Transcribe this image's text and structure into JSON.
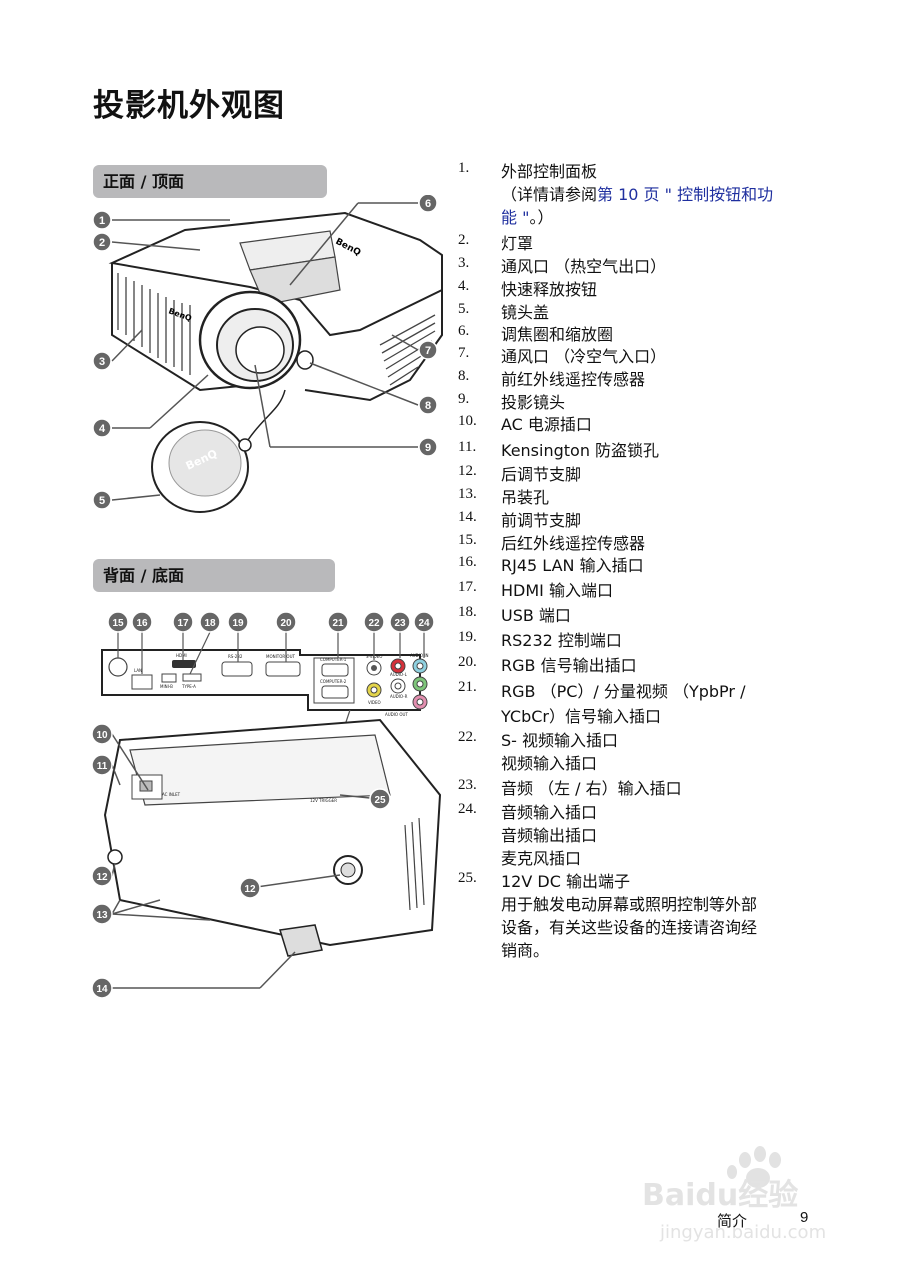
{
  "page_title": "投影机外观图",
  "section1_label": "正面 / 顶面",
  "section2_label": "背面 / 底面",
  "front_callouts": [
    "1",
    "2",
    "3",
    "4",
    "5",
    "6",
    "7",
    "8",
    "9"
  ],
  "front_brand": "BenQ",
  "rear_callouts": [
    "15",
    "16",
    "17",
    "18",
    "19",
    "20",
    "21",
    "22",
    "23",
    "24"
  ],
  "bottom_callouts": [
    "10",
    "11",
    "12",
    "12",
    "13",
    "14",
    "25"
  ],
  "rear_port_labels": [
    "LAN",
    "HDMI",
    "MINI-B",
    "TYPE-A",
    "RS-232",
    "MONITOR OUT",
    "COMPUTER-1",
    "COMPUTER-2",
    "S-VIDEO",
    "VIDEO",
    "AUDIO-L",
    "AUDIO-R",
    "AUDIO IN",
    "AUDIO OUT",
    "MIC",
    "AUDIO OUT",
    "AC INLET",
    "12V TRIGGER"
  ],
  "items": [
    {
      "num": "1.",
      "lines": [
        "外部控制面板"
      ]
    },
    {
      "num": "",
      "lines": [
        "（详情请参阅"
      ],
      "link_lines": [
        "第 10 页 \" 控制按钮和功",
        "能 \""
      ],
      "tail": "。）"
    },
    {
      "num": "2.",
      "lines": [
        "灯罩"
      ]
    },
    {
      "num": "3.",
      "lines": [
        "通风口 （热空气出口）"
      ]
    },
    {
      "num": "4.",
      "lines": [
        "快速释放按钮"
      ]
    },
    {
      "num": "5.",
      "lines": [
        "镜头盖"
      ]
    },
    {
      "num": "6.",
      "lines": [
        "调焦圈和缩放圈"
      ]
    },
    {
      "num": "7.",
      "lines": [
        "通风口 （冷空气入口）"
      ]
    },
    {
      "num": "8.",
      "lines": [
        "前红外线遥控传感器"
      ]
    },
    {
      "num": "9.",
      "lines": [
        "投影镜头"
      ]
    },
    {
      "num": "10.",
      "lines": [
        "AC 电源插口"
      ]
    },
    {
      "num": "11.",
      "lines": [
        "Kensington 防盗锁孔"
      ]
    },
    {
      "num": "12.",
      "lines": [
        "后调节支脚"
      ]
    },
    {
      "num": "13.",
      "lines": [
        "吊装孔"
      ]
    },
    {
      "num": "14.",
      "lines": [
        "前调节支脚"
      ]
    },
    {
      "num": "15.",
      "lines": [
        "后红外线遥控传感器"
      ]
    },
    {
      "num": "16.",
      "lines": [
        "RJ45 LAN 输入插口"
      ]
    },
    {
      "num": "17.",
      "lines": [
        "HDMI 输入端口"
      ]
    },
    {
      "num": "18.",
      "lines": [
        "USB 端口"
      ]
    },
    {
      "num": "19.",
      "lines": [
        "RS232 控制端口"
      ]
    },
    {
      "num": "20.",
      "lines": [
        "RGB 信号输出插口"
      ]
    },
    {
      "num": "21.",
      "lines": [
        "RGB （PC）/ 分量视频 （YpbPr /",
        "YCbCr）信号输入插口"
      ]
    },
    {
      "num": "22.",
      "lines": [
        "S- 视频输入插口",
        "视频输入插口"
      ]
    },
    {
      "num": "23.",
      "lines": [
        "音频 （左 / 右）输入插口"
      ]
    },
    {
      "num": "24.",
      "lines": [
        "音频输入插口",
        "音频输出插口",
        "麦克风插口"
      ]
    },
    {
      "num": "25.",
      "lines": [
        " 12V DC 输出端子",
        "用于触发电动屏幕或照明控制等外部",
        "设备，有关这些设备的连接请咨询经",
        "销商。"
      ]
    }
  ],
  "footer_label": "简介",
  "footer_page": "9",
  "watermark_text": "Baidu经验",
  "watermark_url": "jingyan.baidu.com"
}
